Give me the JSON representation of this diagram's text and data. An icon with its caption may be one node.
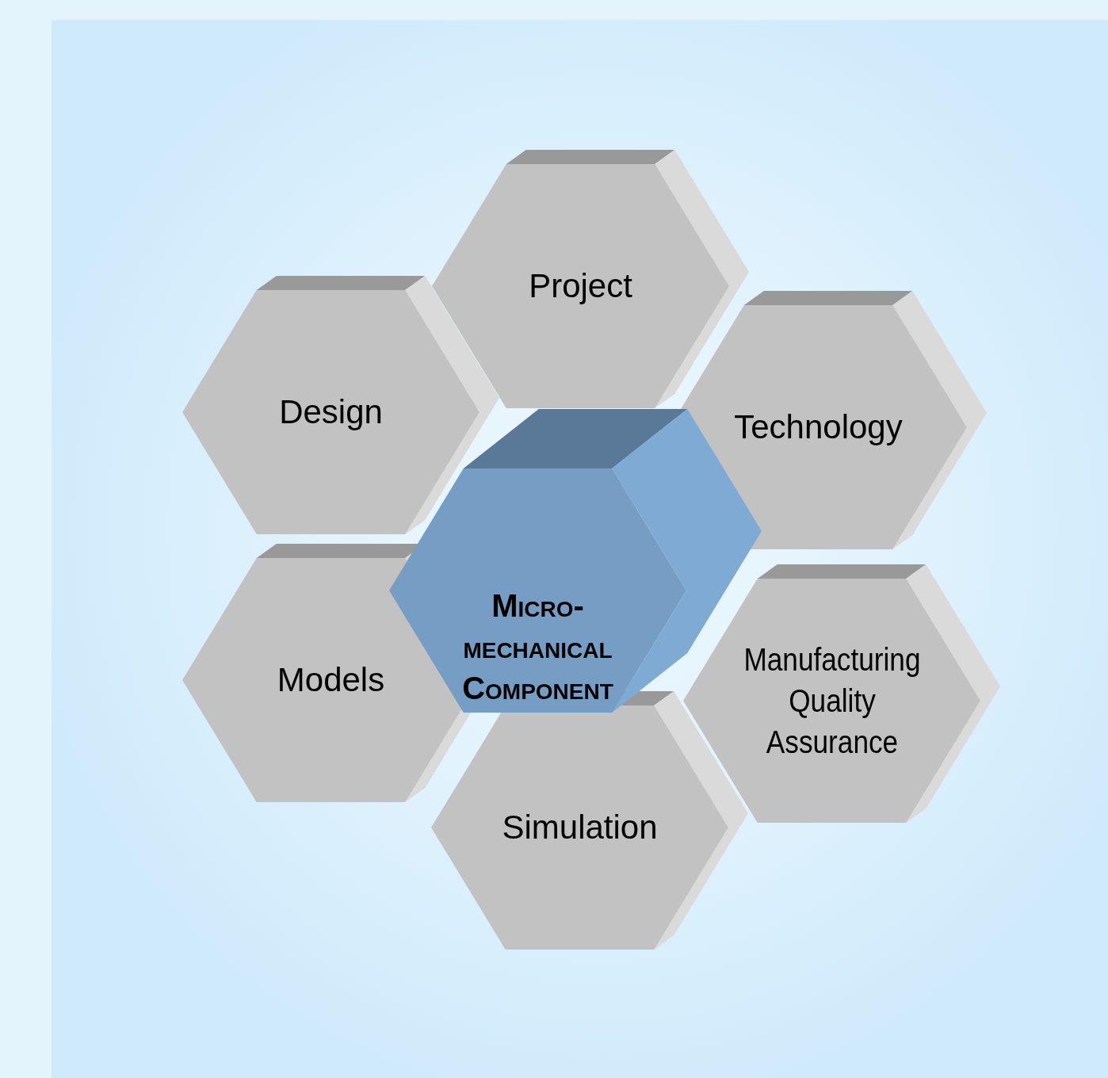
{
  "diagram": {
    "nodes": [
      {
        "text": [
          "Project"
        ]
      },
      {
        "text": [
          "Design"
        ]
      },
      {
        "text": [
          "Technology"
        ]
      },
      {
        "text": [
          "Micro-mechanical Component"
        ]
      },
      {
        "text": [
          "Models"
        ]
      },
      {
        "text": [
          "Manufacturing Quality Assurance"
        ]
      },
      {
        "text": [
          "Simulation"
        ]
      }
    ]
  }
}
